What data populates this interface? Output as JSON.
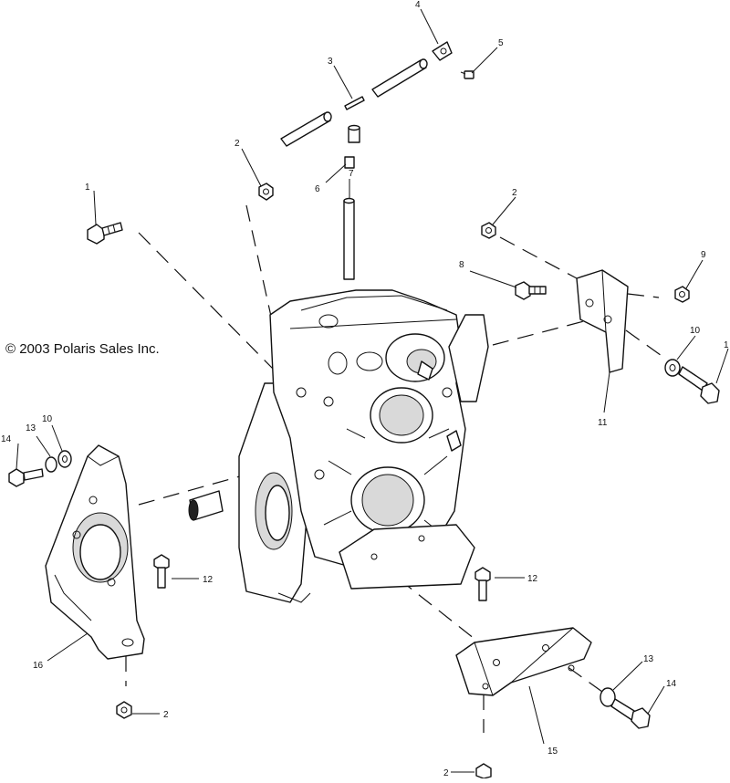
{
  "copyright": "© 2003 Polaris Sales Inc.",
  "callouts": [
    {
      "id": "c4",
      "text": "4"
    },
    {
      "id": "c5",
      "text": "5"
    },
    {
      "id": "c3",
      "text": "3"
    },
    {
      "id": "c2a",
      "text": "2"
    },
    {
      "id": "c6",
      "text": "6"
    },
    {
      "id": "c7",
      "text": "7"
    },
    {
      "id": "c1a",
      "text": "1"
    },
    {
      "id": "c2b",
      "text": "2"
    },
    {
      "id": "c8",
      "text": "8"
    },
    {
      "id": "c9",
      "text": "9"
    },
    {
      "id": "c10a",
      "text": "10"
    },
    {
      "id": "c1b",
      "text": "1"
    },
    {
      "id": "c11",
      "text": "11"
    },
    {
      "id": "c14a",
      "text": "14"
    },
    {
      "id": "c13a",
      "text": "13"
    },
    {
      "id": "c10b",
      "text": "10"
    },
    {
      "id": "c12a",
      "text": "12"
    },
    {
      "id": "c12b",
      "text": "12"
    },
    {
      "id": "c16",
      "text": "16"
    },
    {
      "id": "c2c",
      "text": "2"
    },
    {
      "id": "c13b",
      "text": "13"
    },
    {
      "id": "c14b",
      "text": "14"
    },
    {
      "id": "c15",
      "text": "15"
    },
    {
      "id": "c2d",
      "text": "2"
    }
  ]
}
